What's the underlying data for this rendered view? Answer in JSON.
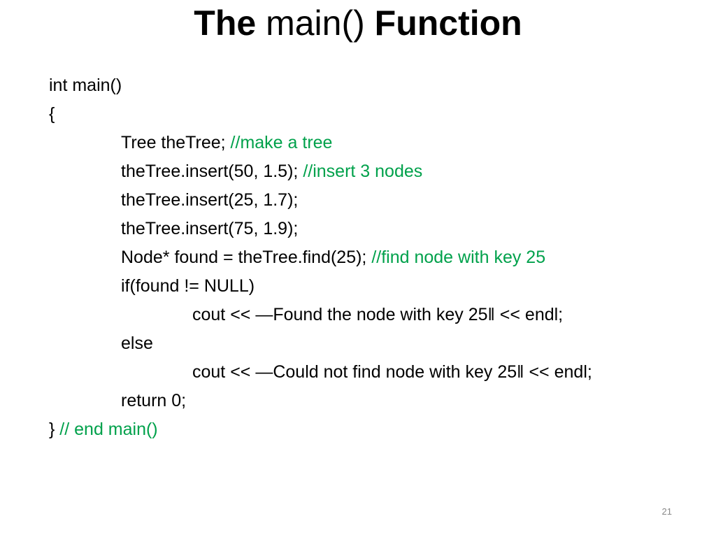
{
  "slide": {
    "title_part1": "The",
    "title_part2": " main() ",
    "title_part3": "Function",
    "page_number": "21"
  },
  "code": {
    "lines": [
      {
        "code": "int main()",
        "comment": ""
      },
      {
        "code": "{",
        "comment": ""
      },
      {
        "code": "Tree theTree; ",
        "comment": "//make a tree"
      },
      {
        "code": "theTree.insert(50, 1.5); ",
        "comment": "//insert 3 nodes"
      },
      {
        "code": "theTree.insert(25, 1.7);",
        "comment": ""
      },
      {
        "code": "theTree.insert(75, 1.9);",
        "comment": ""
      },
      {
        "code": "Node* found = theTree.find(25); ",
        "comment": "//find node with key 25"
      },
      {
        "code": "if(found != NULL)",
        "comment": ""
      },
      {
        "code": "cout << ―Found the node with key 25‖ << endl;",
        "comment": ""
      },
      {
        "code": "else",
        "comment": ""
      },
      {
        "code": "cout << ―Could not find node with key 25‖ << endl;",
        "comment": ""
      },
      {
        "code": "return 0;",
        "comment": ""
      },
      {
        "code": "} ",
        "comment": "// end main()"
      }
    ]
  },
  "colors": {
    "comment": "#00a14b",
    "text": "#000000",
    "page_number": "#888888"
  }
}
